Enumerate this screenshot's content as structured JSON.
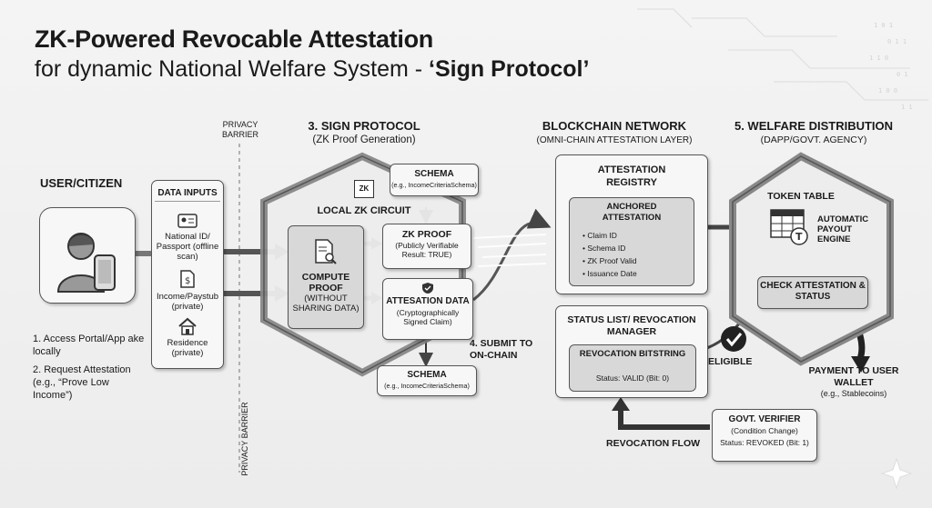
{
  "title": {
    "line1": "ZK-Powered Revocable Attestation",
    "line2_prefix": "for dynamic National Welfare System - ",
    "line2_bold": "‘Sign Protocol’"
  },
  "privacy_barrier": {
    "top_label": "PRIVACY BARRIER",
    "bottom_label": "PRIVACY BARRIER"
  },
  "user": {
    "heading": "USER/CITIZEN",
    "step1": "1. Access Portal/App ake locally",
    "step2": "2. Request Attestation (e.g., “Prove Low Income”)"
  },
  "data_inputs": {
    "heading": "DATA INPUTS",
    "items": [
      {
        "label": "National ID/ Passport (offline scan)",
        "icon": "id-card-icon"
      },
      {
        "label": "Income/Paystub (private)",
        "icon": "dollar-document-icon"
      },
      {
        "label": "Residence (private)",
        "icon": "house-icon"
      }
    ]
  },
  "sign_protocol": {
    "heading": "3. SIGN PROTOCOL",
    "subheading": "(ZK Proof Generation)",
    "chip_label": "ZK",
    "circuit_label": "LOCAL ZK CIRCUIT",
    "compute_title": "COMPUTE PROOF",
    "compute_sub": "(WITHOUT SHARING DATA)",
    "zk_proof_title": "ZK PROOF",
    "zk_proof_sub": "(Publicly Verifiable Result: TRUE)",
    "attestation_title": "ATTESATION DATA",
    "attestation_sub": "(Cryptographically Signed Claim)",
    "schema_top_title": "SCHEMA",
    "schema_top_sub": "(e.g., IncomeCriteriaSchema)",
    "schema_bottom_title": "SCHEMA",
    "schema_bottom_sub": "(e.g., IncomeCriteriaSchema)"
  },
  "submit_label": "4. SUBMIT TO ON-CHAIN",
  "blockchain": {
    "heading": "BLOCKCHAIN NETWORK",
    "subheading": "(OMNI-CHAIN ATTESTATION LAYER)",
    "registry_title": "ATTESTATION REGISTRY",
    "anchored_title": "ANCHORED ATTESTATION",
    "fields": [
      "Claim ID",
      "Schema ID",
      "ZK Proof Valid",
      "Issuance Date"
    ],
    "status_title": "STATUS LIST/ REVOCATION MANAGER",
    "bitstring_title": "REVOCATION BITSTRING",
    "bitstring_status": "Status: VALID (Bit: 0)"
  },
  "welfare": {
    "heading": "5. WELFARE DISTRIBUTION",
    "subheading": "(DAPP/GOVT. AGENCY)",
    "token_table": "TOKEN TABLE",
    "payout_engine": "AUTOMATIC PAYOUT ENGINE",
    "check_label": "CHECK ATTESTATION & STATUS",
    "eligible_label": "ELIGIBLE",
    "payment_title": "PAYMENT TO USER WALLET",
    "payment_sub": "(e.g., Stablecoins)"
  },
  "govt_verifier": {
    "title": "GOVT. VERIFIER",
    "sub": "(Condition Change)",
    "status": "Status: REVOKED (Bit: 1)"
  },
  "revocation_flow_label": "REVOCATION FLOW",
  "colors": {
    "background": "#efefef",
    "box_fill": "#f7f7f7",
    "accent_gray": "#d8d8d8",
    "stroke": "#555555",
    "arrow": "#4a4a4a"
  }
}
